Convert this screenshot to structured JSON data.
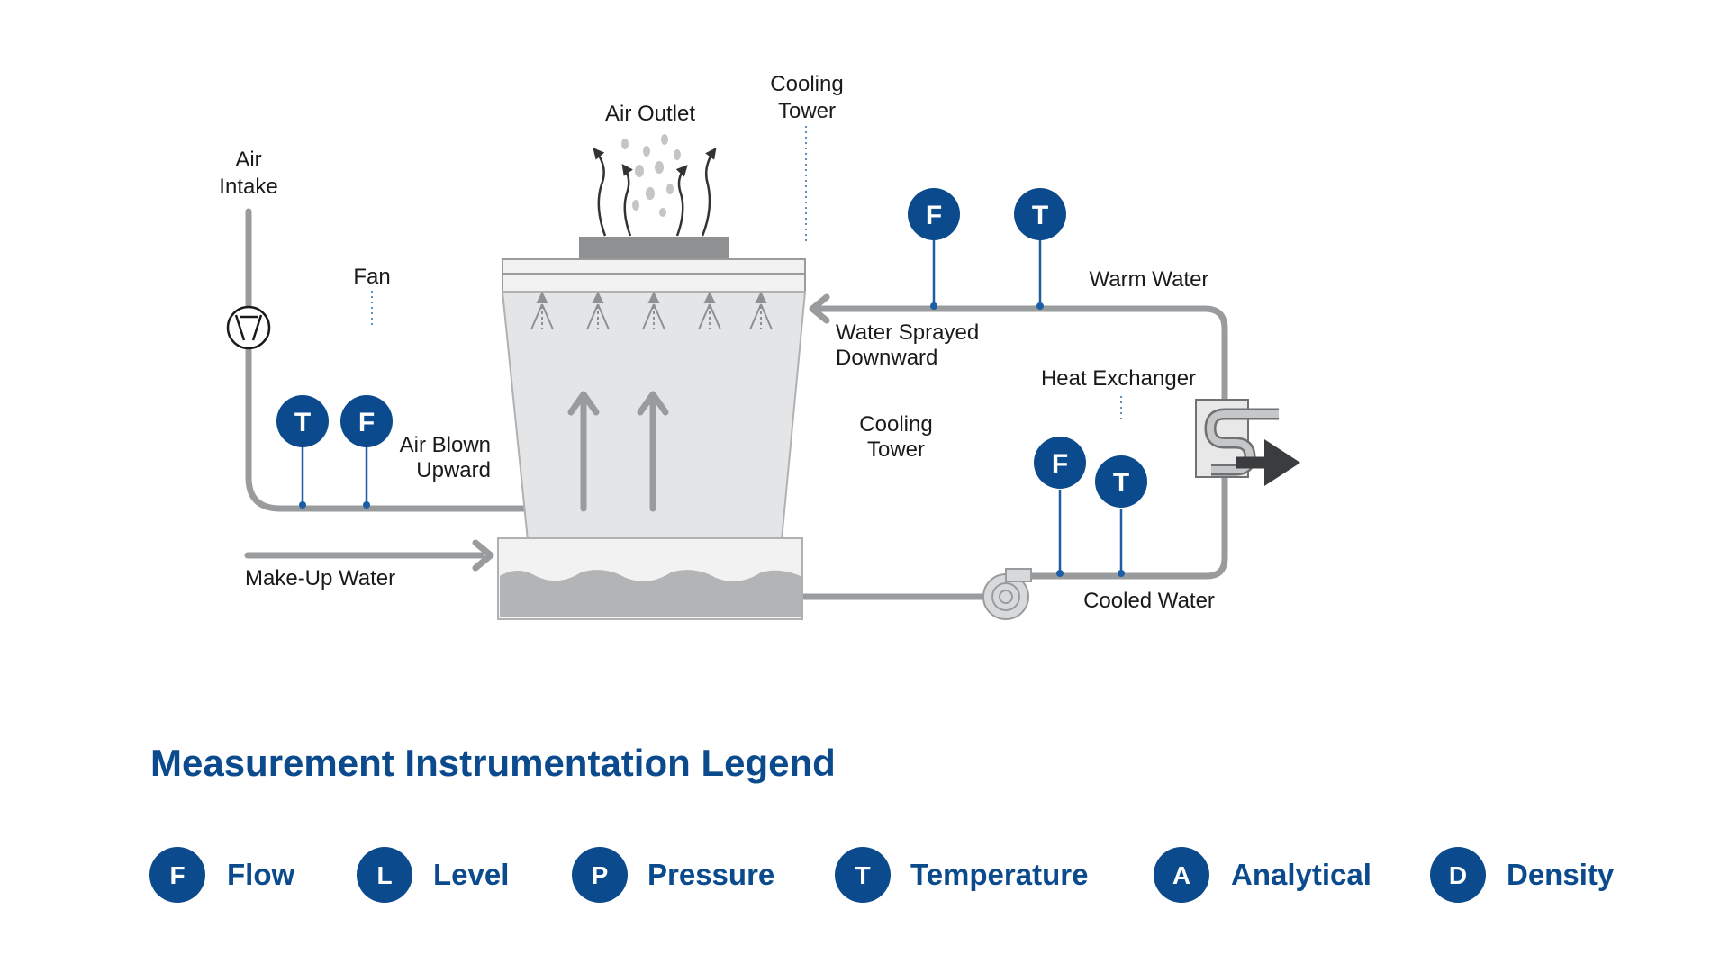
{
  "diagram": {
    "labels": {
      "air_intake_1": "Air",
      "air_intake_2": "Intake",
      "fan": "Fan",
      "air_outlet": "Air Outlet",
      "cooling_tower_top_1": "Cooling",
      "cooling_tower_top_2": "Tower",
      "warm_water": "Warm Water",
      "water_sprayed_1": "Water Sprayed",
      "water_sprayed_2": "Downward",
      "heat_exchanger": "Heat Exchanger",
      "cooling_tower_mid_1": "Cooling",
      "cooling_tower_mid_2": "Tower",
      "air_blown_1": "Air Blown",
      "air_blown_2": "Upward",
      "make_up_water": "Make-Up Water",
      "cooled_water": "Cooled Water"
    },
    "instruments": {
      "left_t": "T",
      "left_f": "F",
      "warm_f": "F",
      "warm_t": "T",
      "cooled_f": "F",
      "cooled_t": "T"
    },
    "colors": {
      "badge": "#0b4a8c",
      "pipe": "#9a9b9d",
      "tower_fill": "#e4e5e6",
      "basin": "#b3b4b6"
    }
  },
  "legend": {
    "title": "Measurement Instrumentation Legend",
    "items": [
      {
        "letter": "F",
        "label": "Flow"
      },
      {
        "letter": "L",
        "label": "Level"
      },
      {
        "letter": "P",
        "label": "Pressure"
      },
      {
        "letter": "T",
        "label": "Temperature"
      },
      {
        "letter": "A",
        "label": "Analytical"
      },
      {
        "letter": "D",
        "label": "Density"
      }
    ]
  }
}
